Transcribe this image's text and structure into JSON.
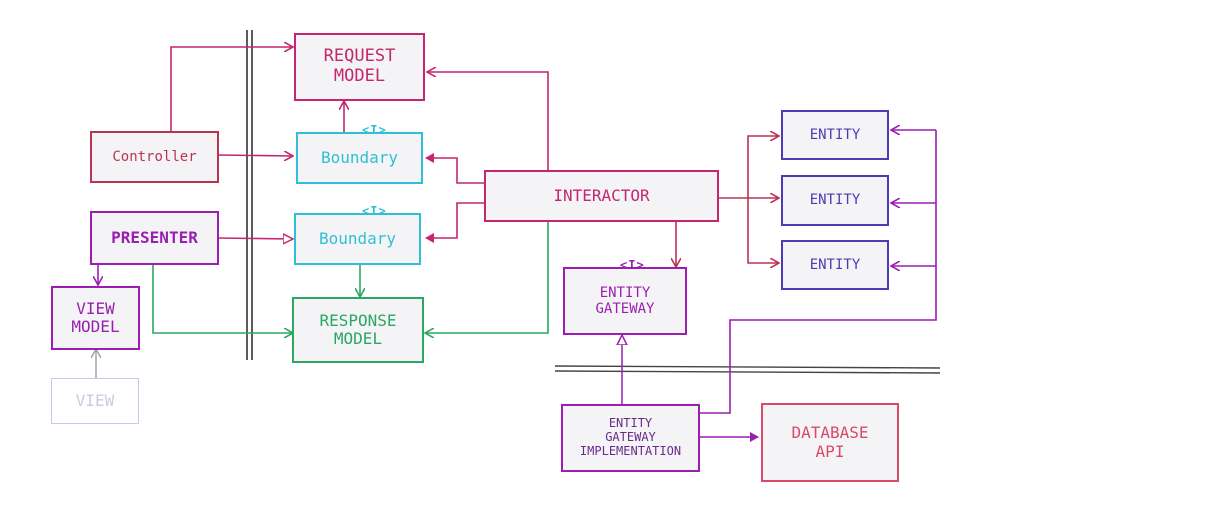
{
  "diagram": {
    "request_model": "REQUEST\nMODEL",
    "controller": "Controller",
    "boundary_input": "Boundary",
    "boundary_output": "Boundary",
    "presenter": "PRESENTER",
    "interactor": "INTERACTOR",
    "view_model": "VIEW\nMODEL",
    "view": "VIEW",
    "response_model": "RESPONSE\nMODEL",
    "entity_1": "ENTITY",
    "entity_2": "ENTITY",
    "entity_3": "ENTITY",
    "entity_gateway": "ENTITY\nGATEWAY",
    "entity_gateway_impl": "ENTITY\nGATEWAY\nIMPLEMENTATION",
    "database_api": "DATABASE\nAPI",
    "interface_marker": "<I>"
  },
  "colors": {
    "magenta": "#c4266f",
    "crimson": "#b83552",
    "cyan": "#2fbfd6",
    "purple": "#9a1fb0",
    "indigo": "#4b3bb5",
    "green": "#2aa862",
    "gray": "#9aa0a6",
    "lightgray": "#c9cbe6",
    "pink": "#d94a6a"
  }
}
